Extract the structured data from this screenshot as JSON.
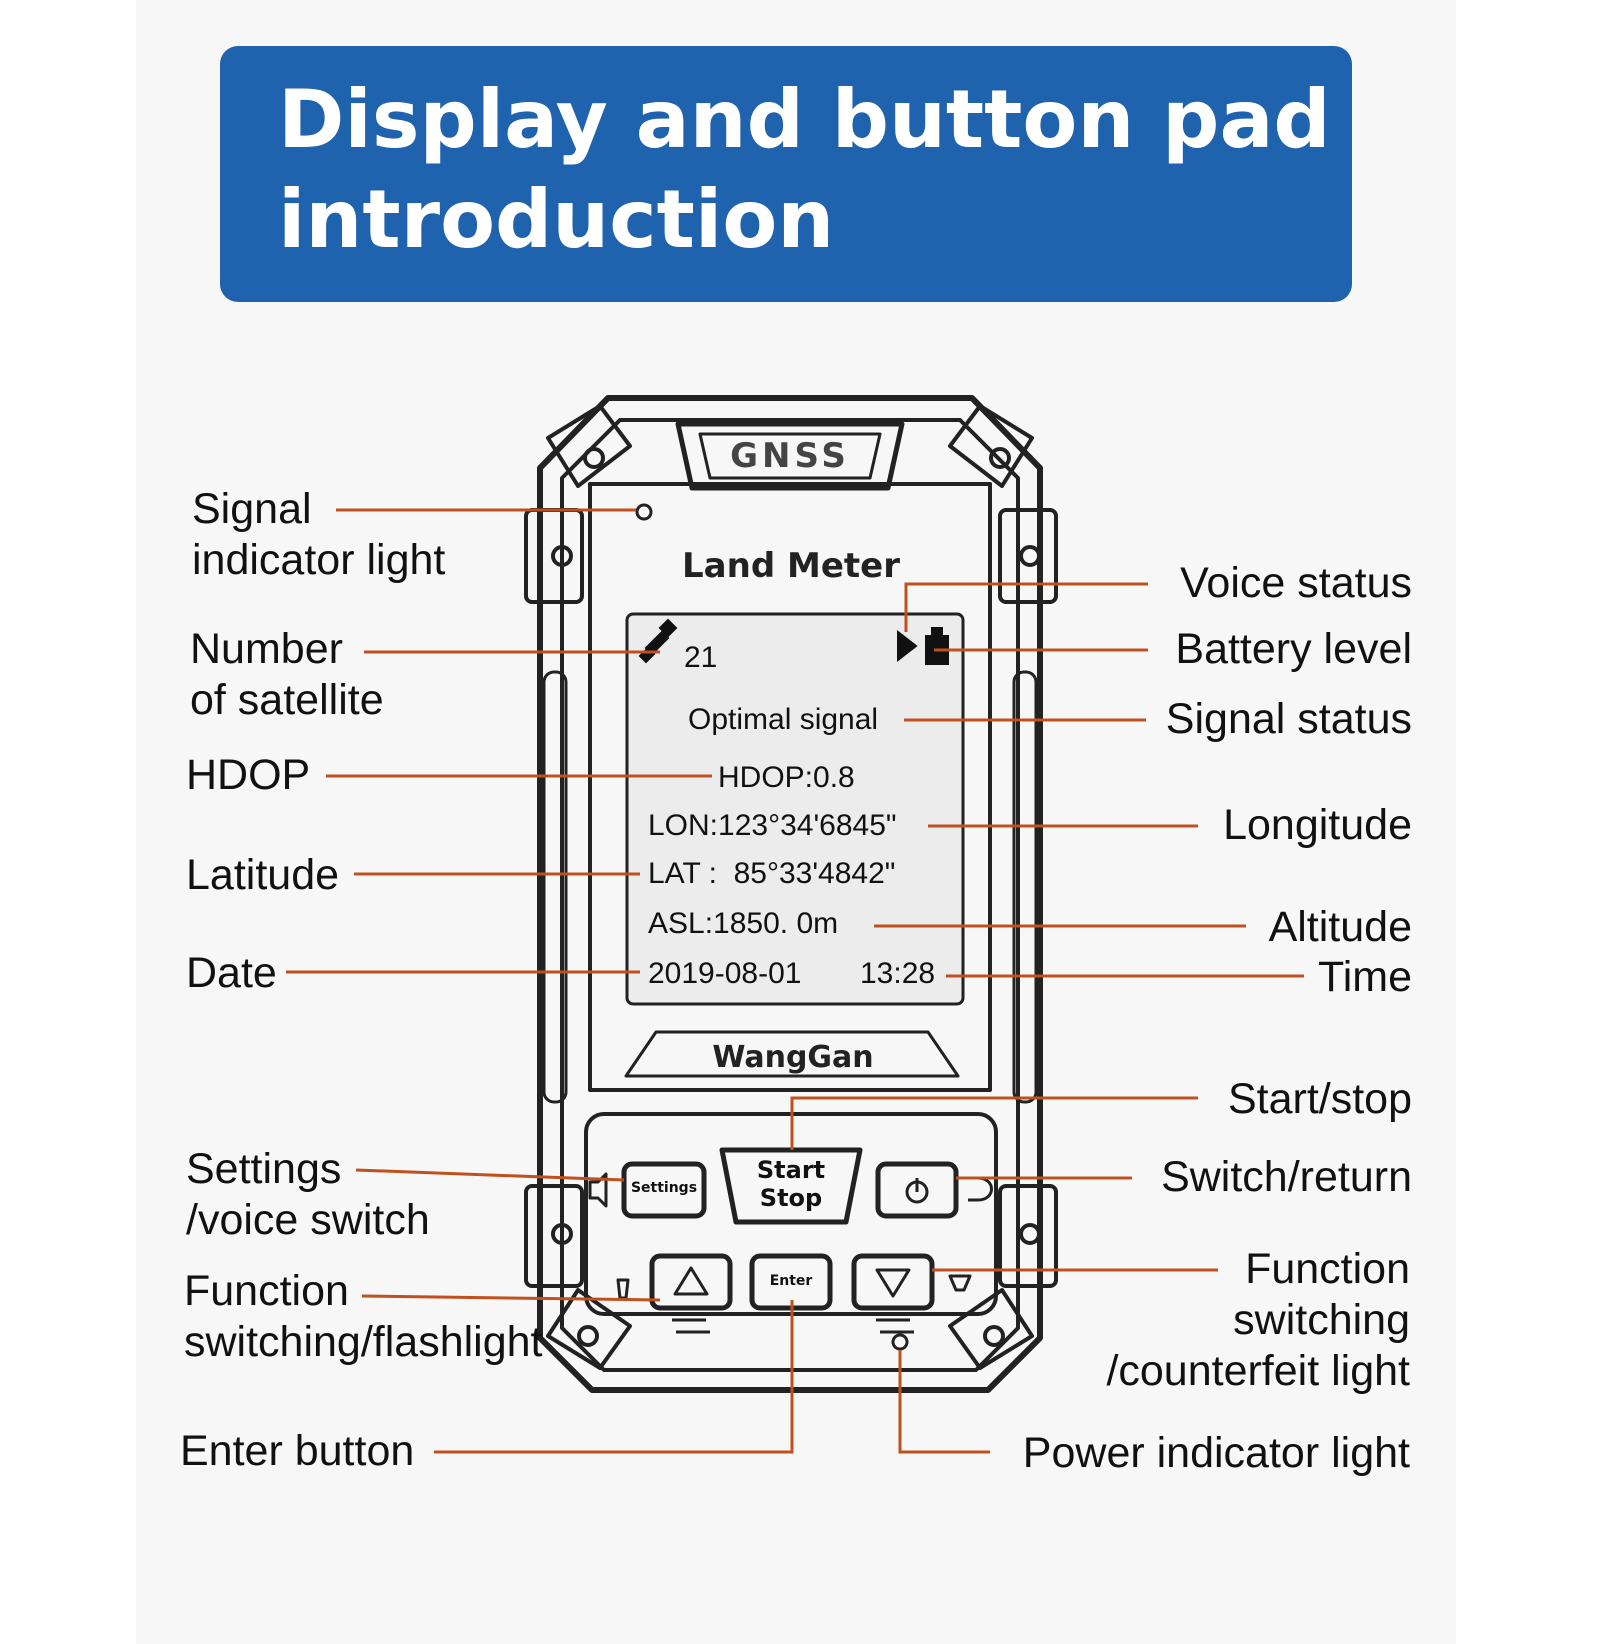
{
  "banner": {
    "title": "Display and button pad introduction"
  },
  "device": {
    "brand_top": "GNSS",
    "model": "Land Meter",
    "maker": "WangGan",
    "keys": {
      "settings": "Settings",
      "start": "Start",
      "stop": "Stop",
      "enter": "Enter"
    }
  },
  "screen": {
    "satellites": "21",
    "signal": "Optimal signal",
    "hdop": "HDOP:0.8",
    "lon": "LON:123°34'6845\"",
    "lat": "LAT :  85°33'4842\"",
    "asl": "ASL:1850. 0m",
    "date": "2019-08-01",
    "time": "13:28"
  },
  "labels": {
    "signal_light": "Signal\nindicator light",
    "satellite_count": "Number\nof satellite",
    "hdop": "HDOP",
    "latitude": "Latitude",
    "date": "Date",
    "settings": "Settings\n/voice switch",
    "function_left": "Function\nswitching/flashlight",
    "enter": "Enter button",
    "voice": "Voice status",
    "battery": "Battery level",
    "signal_status": "Signal status",
    "longitude": "Longitude",
    "altitude": "Altitude",
    "time": "Time",
    "start_stop": "Start/stop",
    "switch_return": "Switch/return",
    "function_right": "Function\nswitching\n/counterfeit light",
    "power_light": "Power indicator light"
  },
  "colors": {
    "banner": "#1f62ad",
    "leader": "#c0501e",
    "outline": "#222222"
  }
}
